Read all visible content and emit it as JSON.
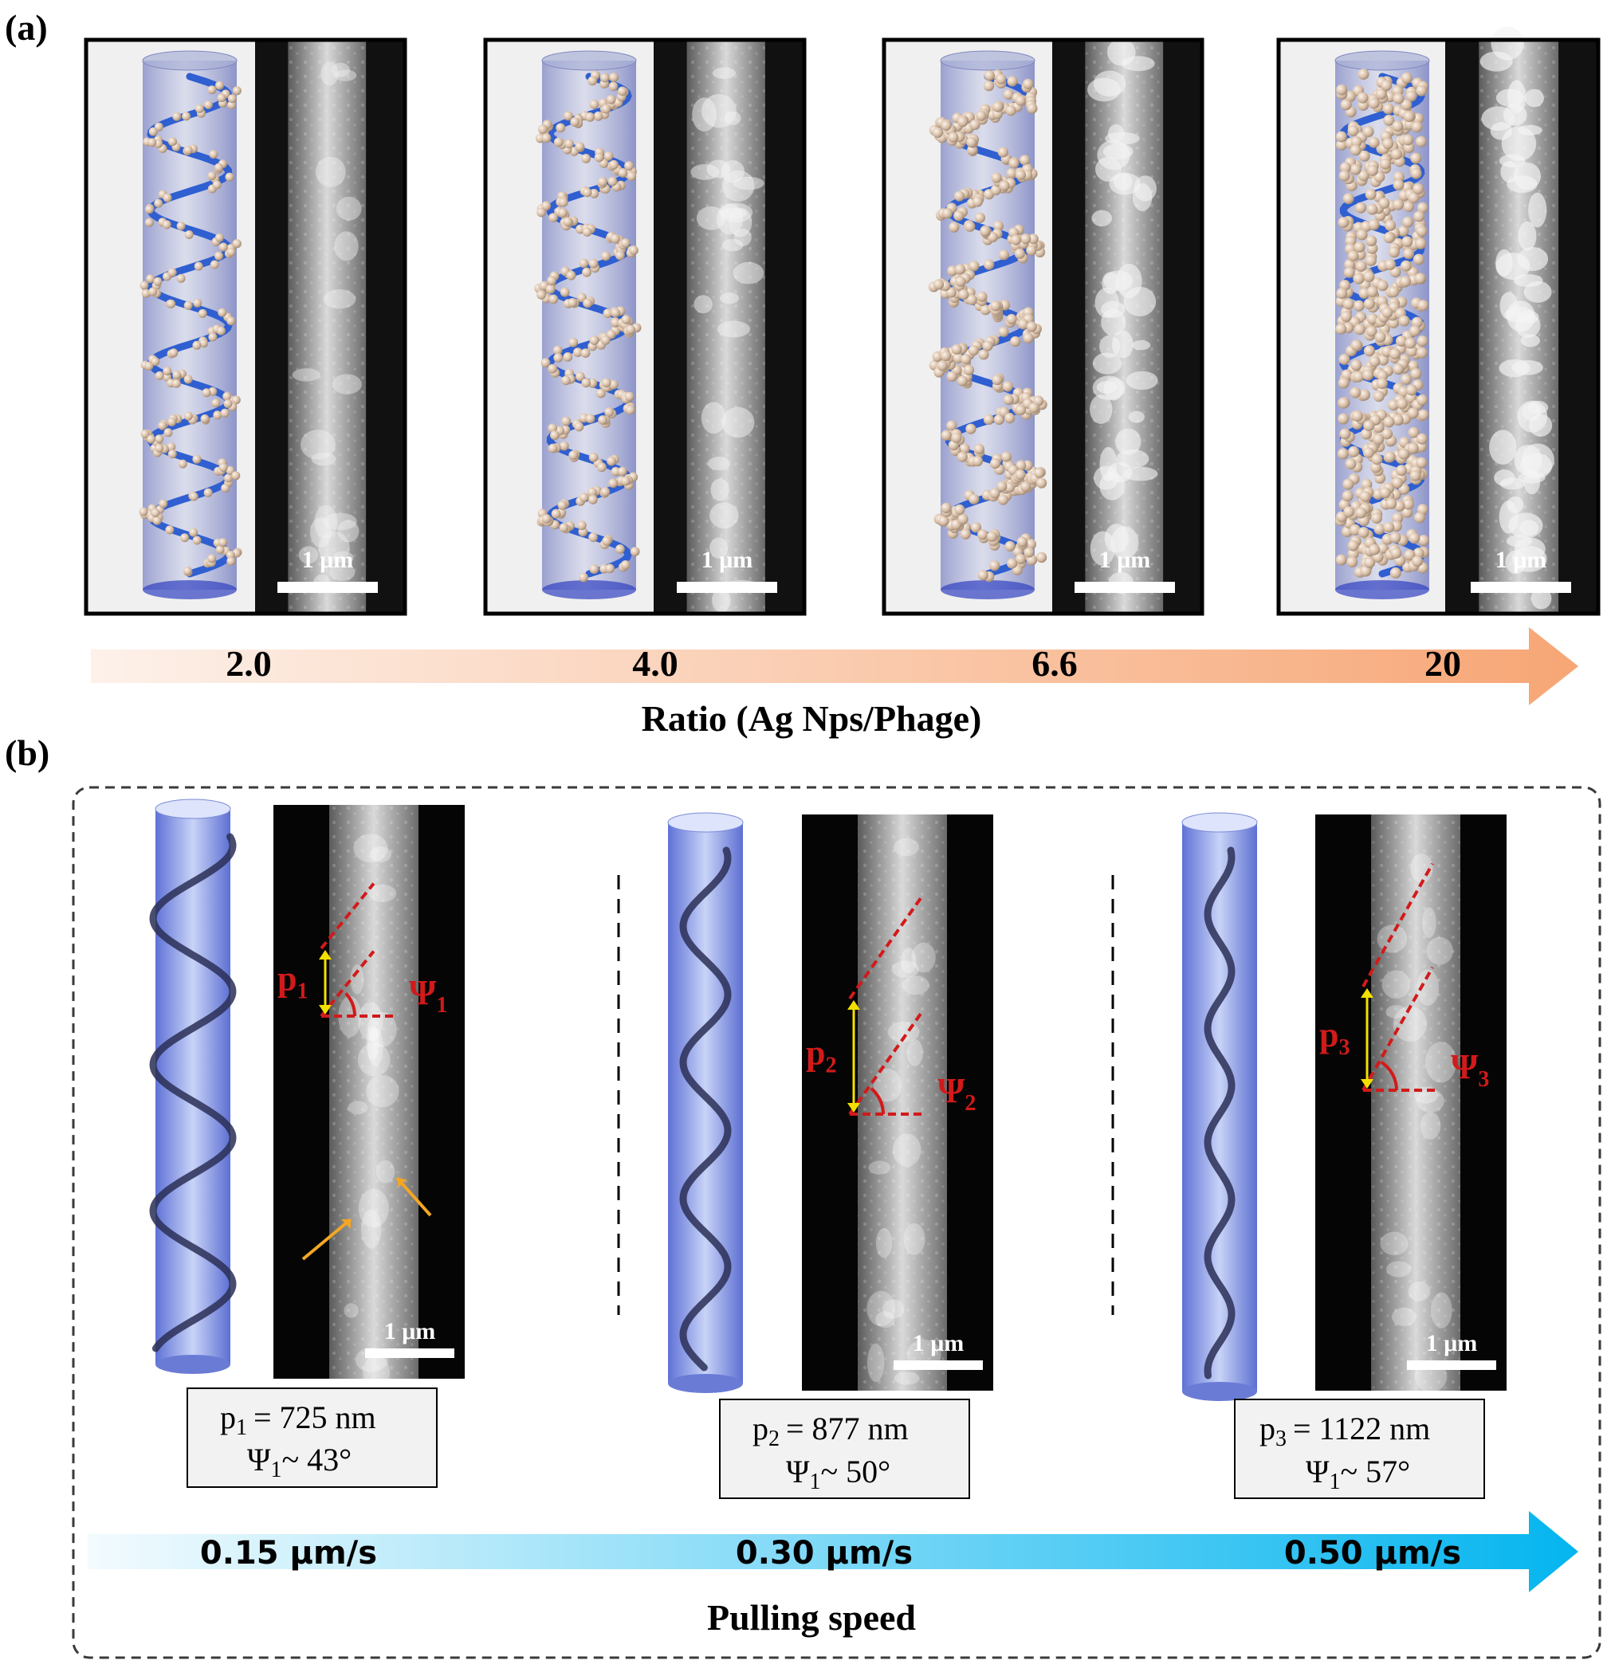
{
  "panel_a": {
    "label": "(a)",
    "scale_bar_label": "1 μm",
    "ratios": [
      "2.0",
      "4.0",
      "6.6",
      "20"
    ],
    "axis_title": "Ratio (Ag Nps/Phage)",
    "colors": {
      "arrow_start": "#fdeee4",
      "arrow_end": "#f7a878",
      "helix_blue": "#2f5fd0",
      "nanoparticle": "#d9bfa8"
    }
  },
  "panel_b": {
    "label": "(b)",
    "scale_bar_label": "1 μm",
    "axis_title": "Pulling speed",
    "speeds": [
      "0.15 μm/s",
      "0.30 μm/s",
      "0.50 μm/s"
    ],
    "annotations": [
      {
        "p_base": "p",
        "p_sub": "1",
        "psi_base": "Ψ",
        "psi_sub": "1"
      },
      {
        "p_base": "p",
        "p_sub": "2",
        "psi_base": "Ψ",
        "psi_sub": "2"
      },
      {
        "p_base": "p",
        "p_sub": "3",
        "psi_base": "Ψ",
        "psi_sub": "3"
      }
    ],
    "boxes": [
      {
        "p_sub": "1",
        "p_value": "=  725  nm",
        "psi_sub": "1",
        "psi_value": "~  43°"
      },
      {
        "p_sub": "2",
        "p_value": "=  877  nm",
        "psi_sub": "1",
        "psi_value": "~  50°"
      },
      {
        "p_sub": "3",
        "p_value": "=  1122  nm",
        "psi_sub": "1",
        "psi_value": "~  57°"
      }
    ],
    "colors": {
      "arrow_start": "#eef9fe",
      "arrow_end": "#0ab8f0",
      "annotation": "#d21a1a",
      "pitch_arrow": "#f2e000",
      "pointer_arrow": "#f5a623"
    }
  }
}
